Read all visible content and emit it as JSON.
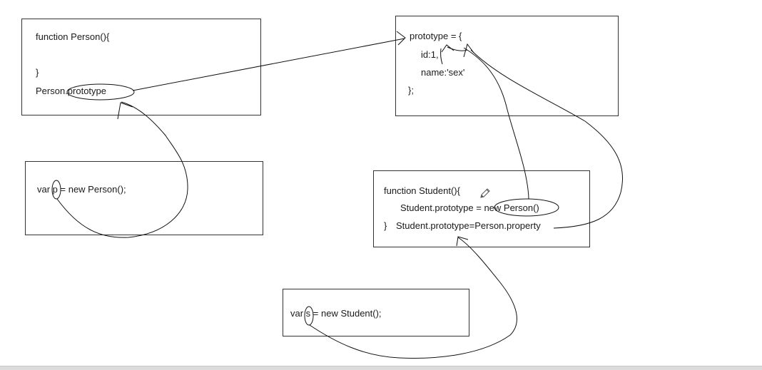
{
  "person_box": {
    "line1": "function Person(){",
    "line2": "}",
    "line3": "Person.prototype"
  },
  "prototype_box": {
    "line1": "prototype = {",
    "line2": "id:1,",
    "line3": "name:'sex'",
    "line4": "};"
  },
  "p_box": {
    "line1": "var p = new Person();"
  },
  "student_box": {
    "line1": "function Student(){",
    "line2": "Student.prototype = new Person()",
    "line3_brace": "}",
    "line3": "Student.prototype=Person.property"
  },
  "s_box": {
    "line1": "var s = new Student();"
  },
  "icons": {
    "pencil": "pencil-icon"
  }
}
